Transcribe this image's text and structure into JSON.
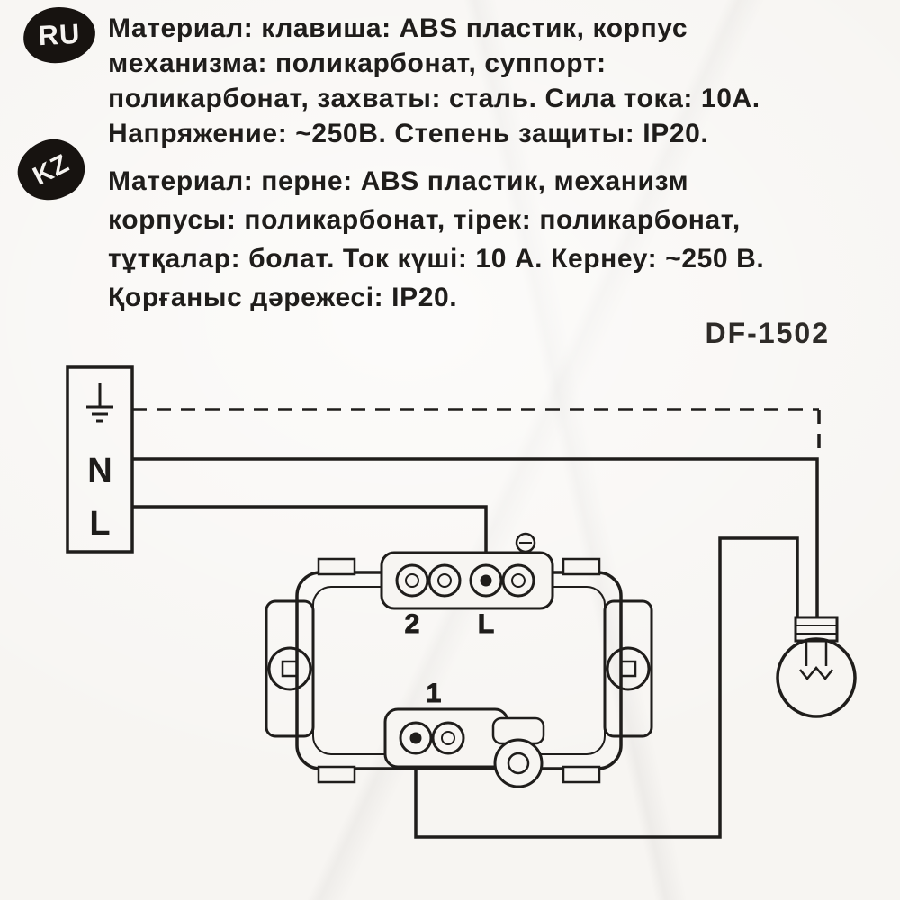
{
  "colors": {
    "paper": "#f7f5f2",
    "ink": "#1f1d1b",
    "badge": "#171310",
    "badge_text": "#f5f3f0",
    "soft": "#2e2b28"
  },
  "header": {
    "ru_badge": "RU",
    "kz_badge": "KZ",
    "ru_lines": [
      "Материал: клавиша: ABS пластик, корпус",
      "механизма: поликарбонат, суппорт:",
      "поликарбонат, захваты: сталь. Сила тока: 10А.",
      "Напряжение: ~250В. Степень защиты: IP20."
    ],
    "kz_lines": [
      "Материал: перне: ABS пластик, механизм",
      "корпусы: поликарбонат, тірек: поликарбонат,",
      "тұтқалар: болат. Ток күші: 10 А. Кернеу: ~250 В.",
      "Қорғаныс дәрежесі: IP20."
    ],
    "model": "DF-1502"
  },
  "diagram": {
    "terminal_box": {
      "ground_icon": "earth-ground",
      "n_label": "N",
      "l_label": "L"
    },
    "switch_terminals": {
      "terminal_2": "2",
      "terminal_l": "L",
      "terminal_1": "1"
    }
  }
}
